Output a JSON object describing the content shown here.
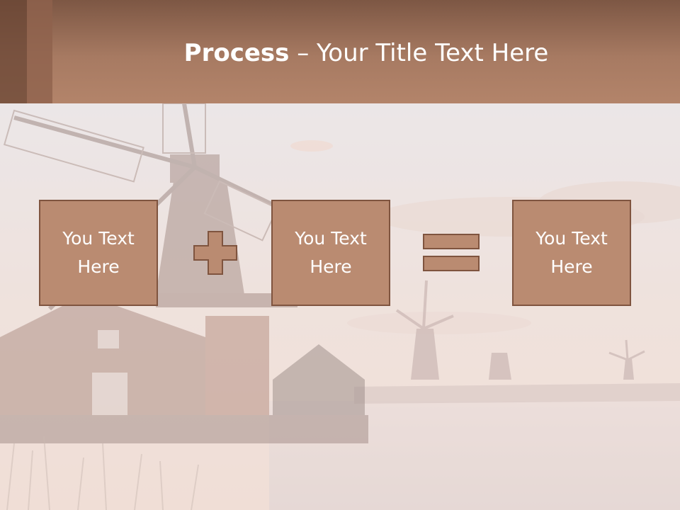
{
  "slide": {
    "title_bold": "Process",
    "title_dash": " – ",
    "title_rest": "Your Title Text Here"
  },
  "process": {
    "boxes": [
      {
        "text": "You Text\nHere"
      },
      {
        "text": "You Text\nHere"
      },
      {
        "text": "You Text\nHere"
      }
    ],
    "operators": [
      "plus",
      "equals"
    ]
  },
  "colors": {
    "header": "#a77a62",
    "box_fill": "#ba8b71",
    "box_border": "#7f543f",
    "text": "#ffffff"
  },
  "icons": [
    "plus-icon",
    "equals-icon"
  ]
}
